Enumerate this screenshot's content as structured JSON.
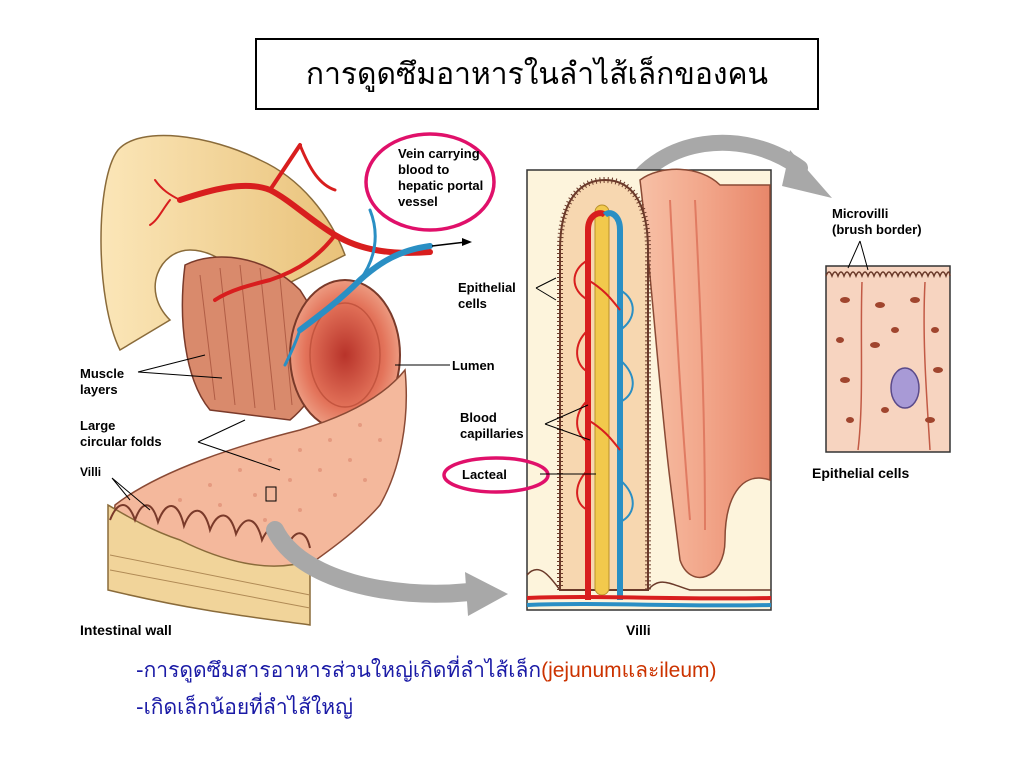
{
  "title": "การดูดซึมอาหารในลำไส้เล็กของคน",
  "labels": {
    "vein": [
      "Vein carrying",
      "blood to",
      "hepatic portal",
      "vessel"
    ],
    "muscle": [
      "Muscle",
      "layers"
    ],
    "folds": [
      "Large",
      "circular folds"
    ],
    "villi_small": "Villi",
    "lumen": "Lumen",
    "epithelial": [
      "Epithelial",
      "cells"
    ],
    "capillaries": [
      "Blood",
      "capillaries"
    ],
    "lacteal": "Lacteal",
    "microvilli": [
      "Microvilli",
      "(brush border)"
    ],
    "epithelial_cells_caption": "Epithelial cells",
    "intestinal_wall_caption": "Intestinal wall",
    "villi_caption": "Villi"
  },
  "notes": {
    "line1_main": "-การดูดซึมสารอาหารส่วนใหญ่เกิดที่ลำไส้เล็ก",
    "line1_paren_open": "(jejunum",
    "line1_and": "และ",
    "line1_paren_close": "ileum)",
    "line2": "-เกิดเล็กน้อยที่ลำไส้ใหญ่"
  },
  "colors": {
    "tissue_light": "#f6d9a0",
    "tissue_pink": "#f0a58a",
    "artery_red": "#d81e1e",
    "vein_blue": "#2a8fc4",
    "lacteal_yellow": "#f2c94c",
    "highlight_magenta": "#e0106a",
    "arrow_gray": "#a8a8a8",
    "note_blue": "#1a1aa6",
    "note_orange": "#cc3300"
  }
}
